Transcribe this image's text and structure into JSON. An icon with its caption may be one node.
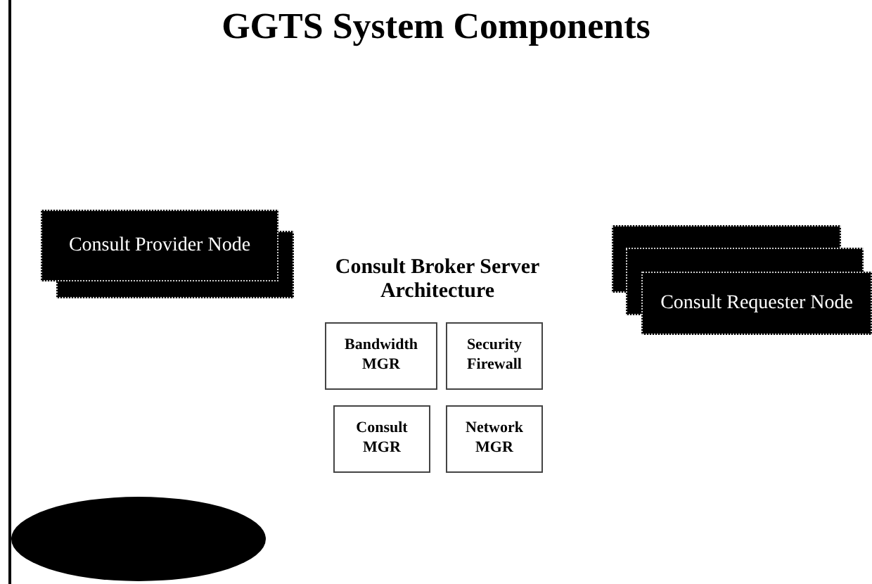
{
  "diagram": {
    "title": "GGTS System Components",
    "nodes": [
      {
        "text": [
          "Consult Provider Node"
        ]
      },
      {
        "text": [
          "Bandwidth MGR"
        ]
      },
      {
        "text": [
          "Security Firewall"
        ]
      },
      {
        "text": [
          "Consult MGR"
        ]
      },
      {
        "text": [
          "Network MGR"
        ]
      },
      {
        "text": [
          "Consult Requester Node"
        ]
      },
      {
        "text": [],
        "shape": "ellipse"
      }
    ],
    "edges": [],
    "labels": [
      "Consult Broker Server Architecture"
    ]
  }
}
